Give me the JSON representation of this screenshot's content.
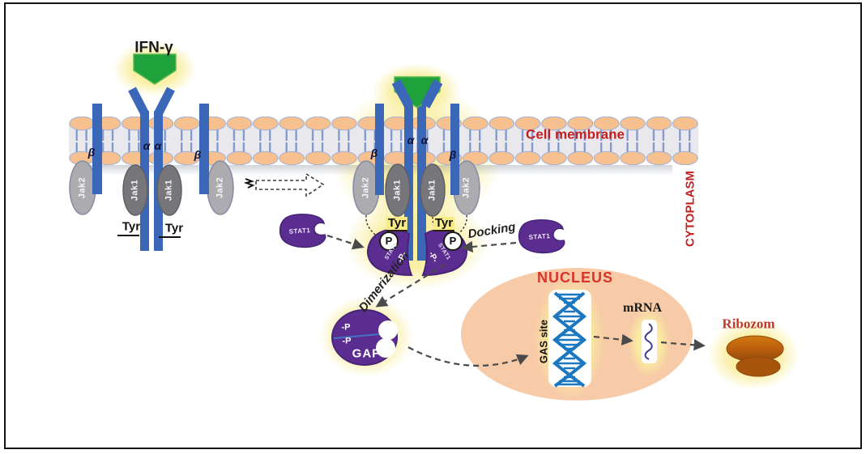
{
  "diagram": {
    "ligand": {
      "label": "IFN-γ"
    },
    "membrane": {
      "label": "Cell membrane"
    },
    "cytoplasm": {
      "label": "CYTOPLASM"
    },
    "receptor": {
      "alpha": "α",
      "beta": "β",
      "tyrosine": "Tyr"
    },
    "kinases": {
      "jak1": "Jak1",
      "jak2": "Jak2"
    },
    "stat1": {
      "label": "STAT1",
      "phospho_circle": "P",
      "phospho_tag": "-P-"
    },
    "processes": {
      "docking": "Docking",
      "dimerization": "Dimerization"
    },
    "gaf": {
      "label": "GAF",
      "phospho_tag": "-P"
    },
    "nucleus": {
      "label": "NUCLEUS",
      "gas_site": "GAS site"
    },
    "mrna": {
      "label": "mRNA"
    },
    "ribosome": {
      "label": "Ribozom"
    },
    "colors": {
      "receptor_blue": "#3A67B8",
      "jak1_gray": "#76767B",
      "jak2_gray": "#ABABB0",
      "stat_purple": "#5C2D91",
      "ligand_green": "#1FA13C",
      "glow_yellow": "#F9EE9E",
      "membrane_head_peach": "#F6C18F",
      "nucleus_peach": "#F7CBA8",
      "dna_blue": "#1B78C0",
      "ribosome_brown": "#B35B0D",
      "label_red": "#C41E1E"
    }
  }
}
